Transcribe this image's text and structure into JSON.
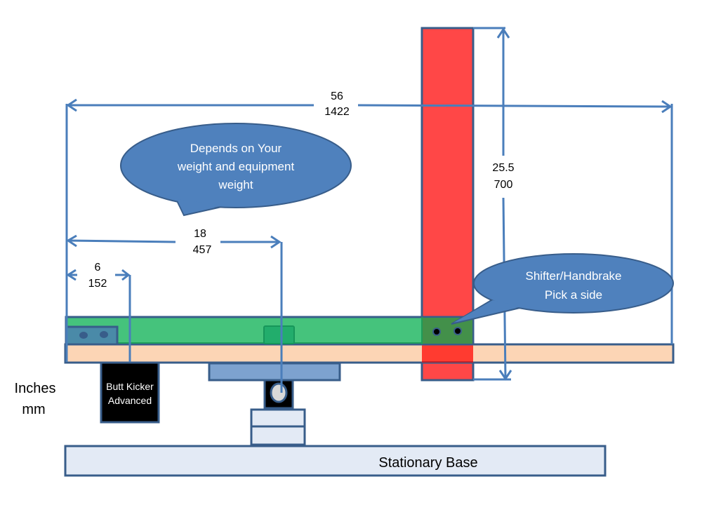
{
  "diagram": {
    "units_label": {
      "line1": "Inches",
      "line2": "mm"
    },
    "dimensions": {
      "overall_width": {
        "inches": "56",
        "mm": "1422"
      },
      "seat_to_pivot": {
        "inches": "18",
        "mm": "457"
      },
      "seat_to_buttkicker": {
        "inches": "6",
        "mm": "152"
      },
      "upright_height": {
        "inches": "25.5",
        "mm": "700"
      }
    },
    "callouts": {
      "pivot_note": {
        "line1": "Depends on Your",
        "line2": "weight and equipment",
        "line3": "weight"
      },
      "shifter_note": {
        "line1": "Shifter/Handbrake",
        "line2": "Pick a side"
      }
    },
    "components": {
      "butt_kicker": {
        "line1": "Butt Kicker",
        "line2": "Advanced"
      },
      "stationary_base": "Stationary Base"
    },
    "colors": {
      "green_rail": "#45c37c",
      "seat_plank": "#fcd5b5",
      "upright": "#ff4747",
      "callout": "#4f81bd",
      "dimension_line": "#4a7ebb",
      "outline": "#385d8a",
      "base": "#e3eaf5",
      "pivot_plate": "#7da2cf"
    }
  }
}
